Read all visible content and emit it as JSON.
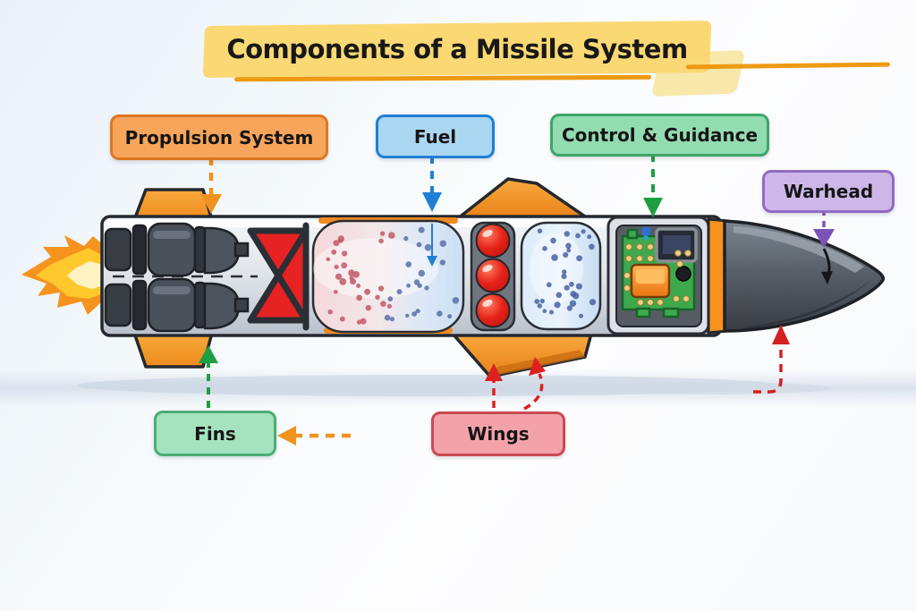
{
  "title": {
    "text": "Components of a Missile System",
    "highlight_color": "#fad974",
    "underline_color": "#ee9a12",
    "text_color": "#181818"
  },
  "labels": [
    {
      "id": "propulsion",
      "text": "Propulsion System",
      "bg": "#f8a55c",
      "border": "#dd7722"
    },
    {
      "id": "fuel",
      "text": "Fuel",
      "bg": "#abd6f2",
      "border": "#1f7fd4"
    },
    {
      "id": "control",
      "text": "Control & Guidance",
      "bg": "#93dcb1",
      "border": "#3ea468"
    },
    {
      "id": "warhead",
      "text": "Warhead",
      "bg": "#cdb7e9",
      "border": "#8f6cc2"
    },
    {
      "id": "fins",
      "text": "Fins",
      "bg": "#a5e3be",
      "border": "#4bae73"
    },
    {
      "id": "wings",
      "text": "Wings",
      "bg": "#f4a2aa",
      "border": "#c94a52"
    }
  ],
  "arrows": {
    "propulsion": "#f0921e",
    "fuel": "#1f7fd4",
    "control": "#1f9e43",
    "warhead_pointer": "#7b52b8",
    "fins": "#1f9e43",
    "fins_side": "#f0921e",
    "wings": "#dd2020",
    "warhead_up": "#d42020",
    "nose_annotation": "#14161a"
  }
}
